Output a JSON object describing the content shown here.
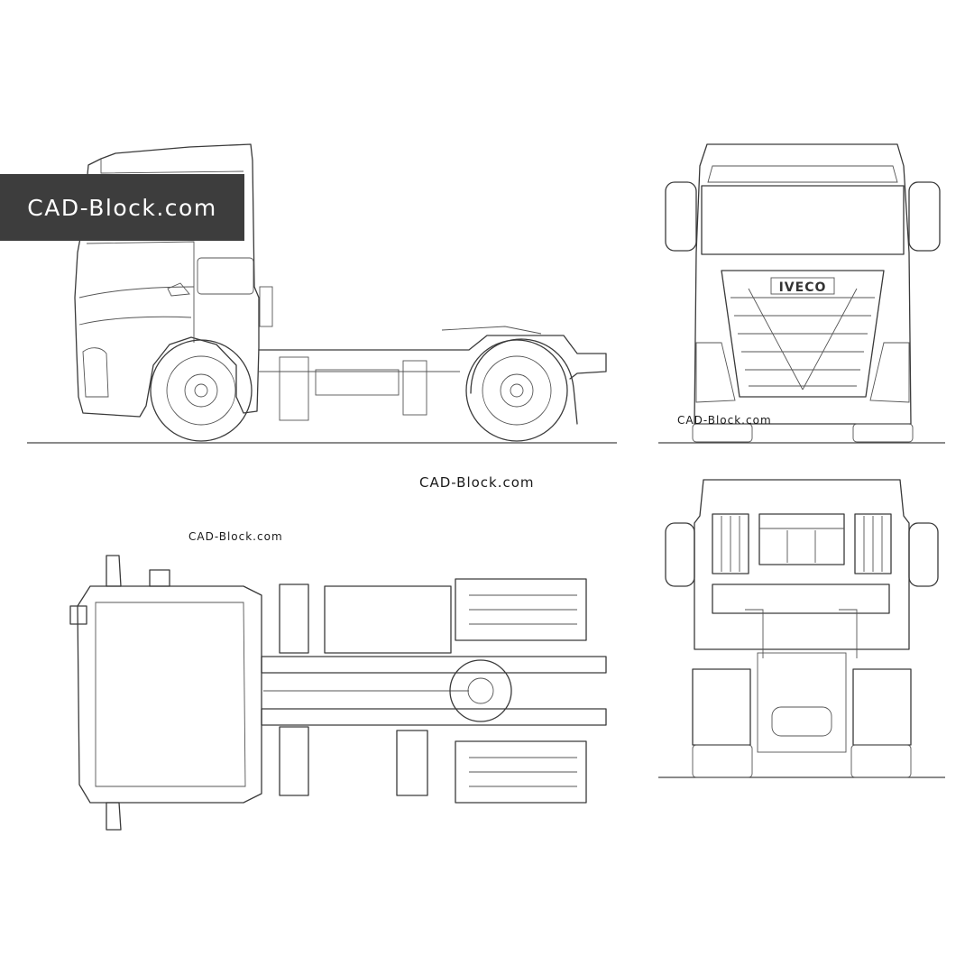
{
  "watermark": {
    "banner": "CAD-Block.com",
    "mid": "CAD-Block.com",
    "top_view": "CAD-Block.com",
    "front_view": "CAD-Block.com"
  },
  "brand_badge": "IVECO",
  "colors": {
    "banner_bg": "#3d3d3d",
    "banner_text": "#ffffff",
    "line": "#3a3a3a"
  }
}
